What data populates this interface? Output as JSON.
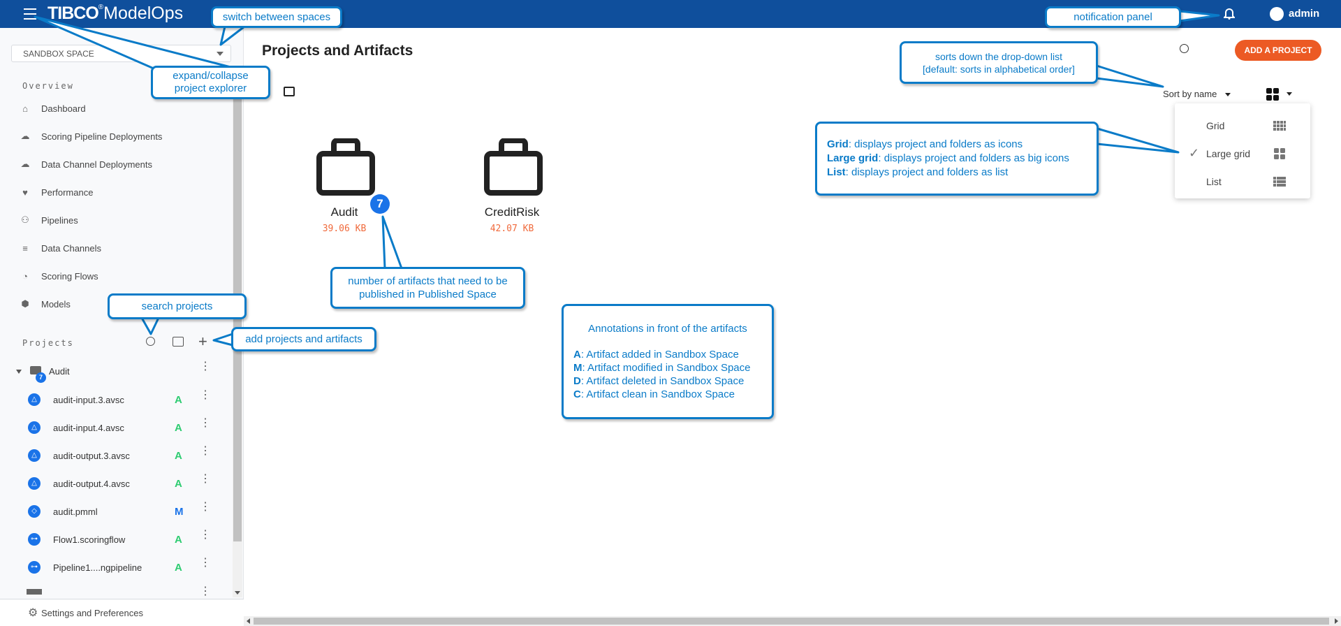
{
  "header": {
    "brand": "TIBCO",
    "product": "ModelOps",
    "user": "admin",
    "icons": [
      "menu-icon",
      "bell-icon",
      "user-avatar-icon"
    ]
  },
  "sidebar": {
    "space_select": "SANDBOX SPACE",
    "overview_label": "Overview",
    "nav": [
      {
        "label": "Dashboard",
        "icon": "home-icon"
      },
      {
        "label": "Scoring Pipeline Deployments",
        "icon": "cloud-upload-icon"
      },
      {
        "label": "Data Channel Deployments",
        "icon": "cloud-upload-icon"
      },
      {
        "label": "Performance",
        "icon": "heartbeat-icon"
      },
      {
        "label": "Pipelines",
        "icon": "pipeline-icon"
      },
      {
        "label": "Data Channels",
        "icon": "database-icon"
      },
      {
        "label": "Scoring Flows",
        "icon": "gauge-icon"
      },
      {
        "label": "Models",
        "icon": "cube-icon"
      }
    ],
    "projects_label": "Projects",
    "tree": {
      "project": "Audit",
      "badge": "7",
      "files": [
        {
          "name": "audit-input.3.avsc",
          "status": "A"
        },
        {
          "name": "audit-input.4.avsc",
          "status": "A"
        },
        {
          "name": "audit-output.3.avsc",
          "status": "A"
        },
        {
          "name": "audit-output.4.avsc",
          "status": "A"
        },
        {
          "name": "audit.pmml",
          "status": "M"
        },
        {
          "name": "Flow1.scoringflow",
          "status": "A"
        },
        {
          "name": "Pipeline1....ngpipeline",
          "status": "A"
        }
      ]
    },
    "settings": "Settings and Preferences"
  },
  "main": {
    "title": "Projects and Artifacts",
    "add_button": "ADD A PROJECT",
    "sort_label": "Sort by name",
    "projects": [
      {
        "name": "Audit",
        "size": "39.06 KB",
        "badge": "7"
      },
      {
        "name": "CreditRisk",
        "size": "42.07 KB"
      }
    ],
    "view_menu": [
      {
        "label": "Grid",
        "checked": false
      },
      {
        "label": "Large grid",
        "checked": true
      },
      {
        "label": "List",
        "checked": false
      }
    ]
  },
  "callouts": {
    "switch": "switch between spaces",
    "expand": [
      "expand/collapse",
      "project explorer"
    ],
    "notify": "notification panel",
    "sort": [
      "sorts down the drop-down list",
      "[default: sorts in alphabetical order]"
    ],
    "views": [
      {
        "term": "Grid",
        "text": ": displays project and folders as icons"
      },
      {
        "term": "Large grid",
        "text": ": displays project and folders as big icons"
      },
      {
        "term": "List",
        "text": ": displays project and folders as list"
      }
    ],
    "badge": [
      "number of artifacts that need to be",
      "published in Published Space"
    ],
    "search": "search projects",
    "add": "add projects and artifacts",
    "annotations": {
      "title": "Annotations in front of the artifacts",
      "items": [
        {
          "k": "A",
          "t": ": Artifact added in Sandbox Space"
        },
        {
          "k": "M",
          "t": ": Artifact modified in Sandbox Space"
        },
        {
          "k": "D",
          "t": ": Artifact deleted in Sandbox Space"
        },
        {
          "k": "C",
          "t": ": Artifact clean in Sandbox Space"
        }
      ]
    }
  },
  "colors": {
    "header": "#0f4f9c",
    "accent": "#ec5a24",
    "callout": "#0a7bc8",
    "added": "#2ecc71",
    "modified": "#1a73e8"
  }
}
